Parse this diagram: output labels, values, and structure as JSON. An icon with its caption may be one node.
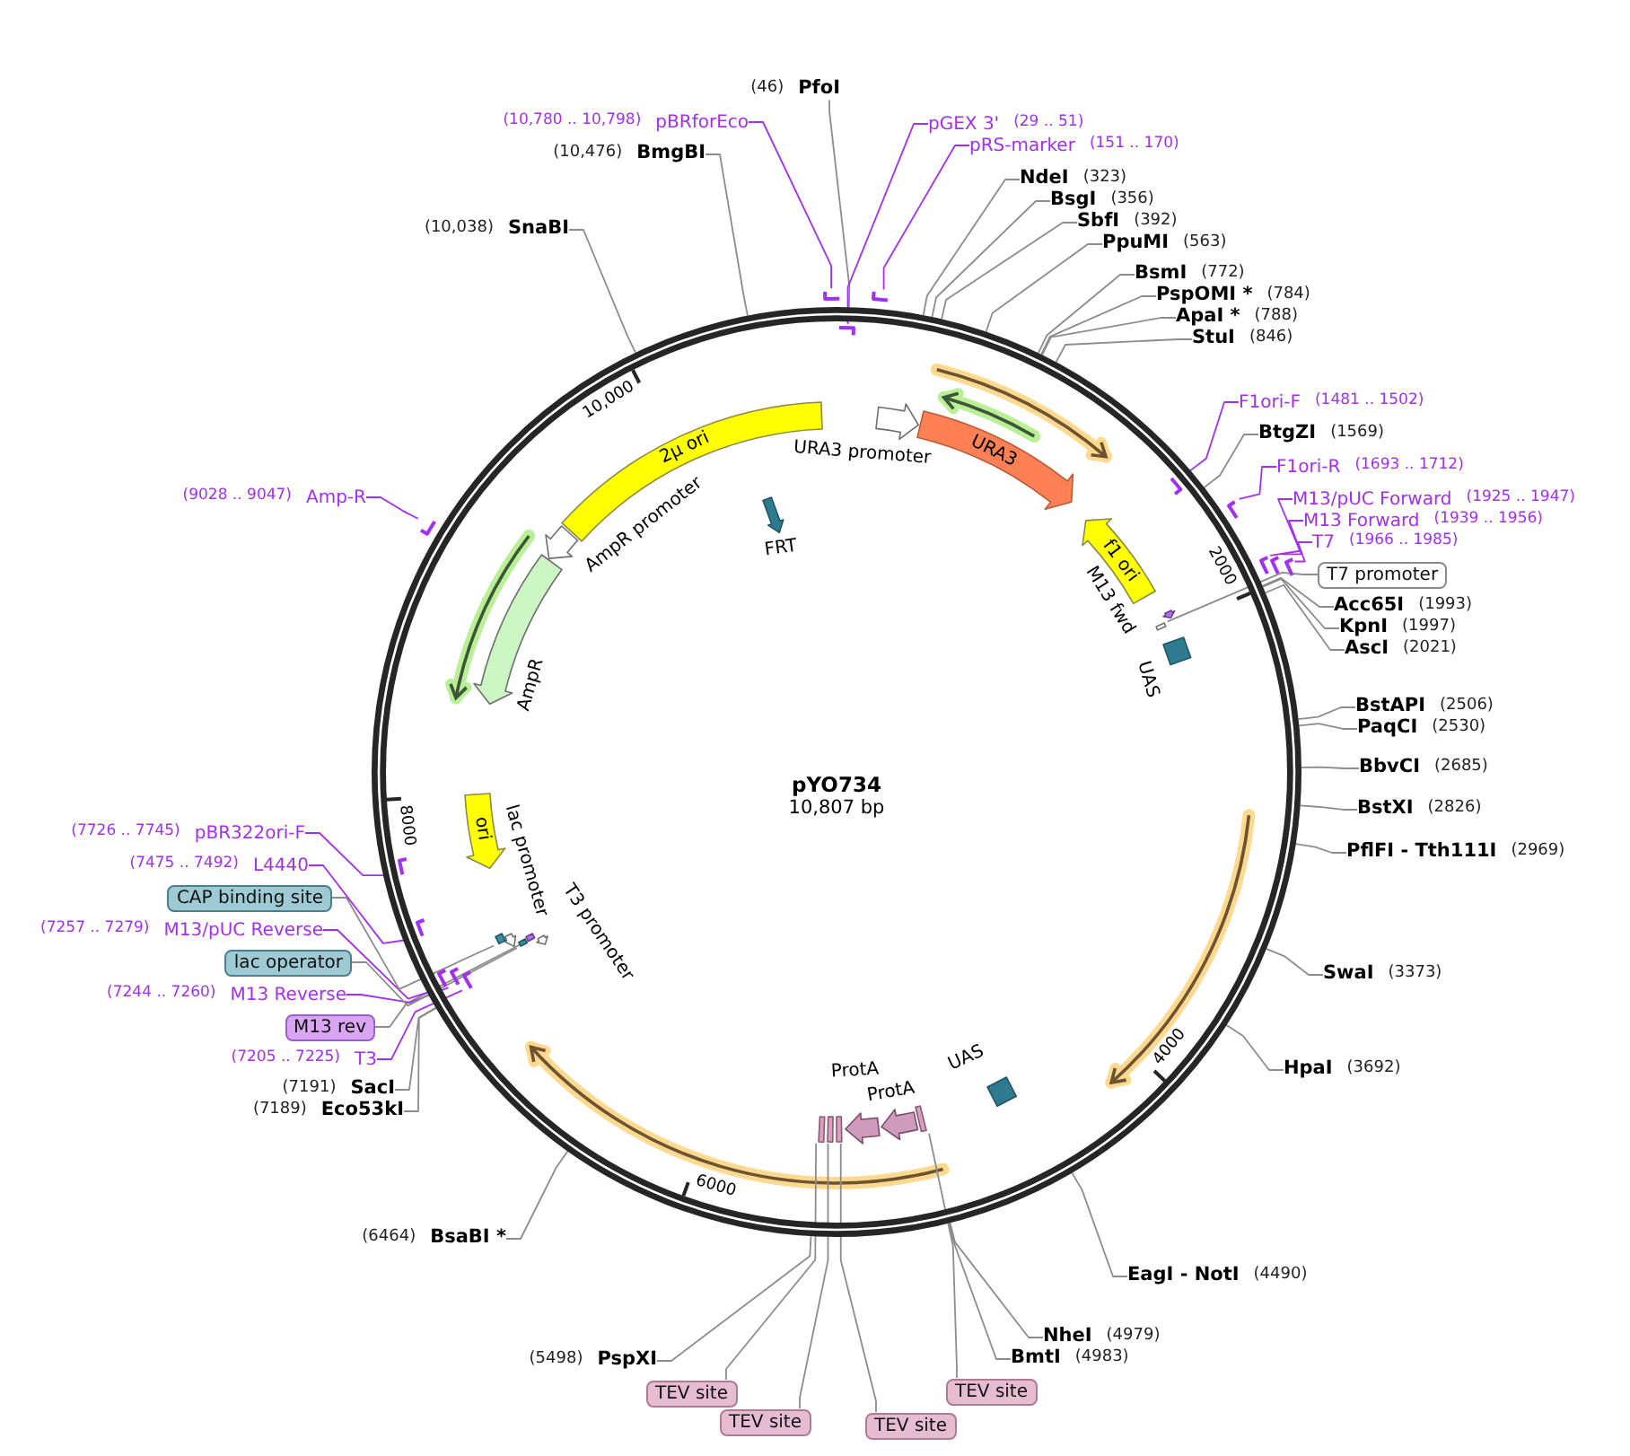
{
  "diagram": {
    "nodes": [
      {
        "text": [
          "pYO734",
          "10,807 bp"
        ]
      },
      {
        "text": [
          "2μ ori"
        ],
        "in": 0
      },
      {
        "text": [
          "URA3 promoter"
        ],
        "in": 0
      },
      {
        "text": [
          "URA3"
        ],
        "in": 0
      },
      {
        "text": [
          "f1 ori"
        ],
        "in": 0
      },
      {
        "text": [
          "M13 fwd"
        ],
        "in": 0
      },
      {
        "text": [],
        "shape": "box",
        "in": 0
      },
      {
        "text": [
          "UAS"
        ],
        "in": 0
      },
      {
        "text": [
          "FRT"
        ],
        "in": 0
      },
      {
        "text": [
          "AmpR promoter"
        ],
        "in": 0
      },
      {
        "text": [
          "AmpR"
        ],
        "in": 0
      },
      {
        "text": [
          "ori"
        ],
        "in": 0
      },
      {
        "text": [
          "lac promoter"
        ],
        "in": 0
      },
      {
        "text": [],
        "shape": "box",
        "in": 0
      },
      {
        "text": [],
        "shape": "box",
        "in": 0
      },
      {
        "text": [],
        "shape": "box",
        "in": 0
      },
      {
        "text": [
          "T3 promoter"
        ],
        "in": 0
      },
      {
        "text": [],
        "shape": "box",
        "in": 0
      },
      {
        "text": [],
        "shape": "box",
        "in": 0
      },
      {
        "text": [],
        "shape": "box",
        "in": 0
      },
      {
        "text": [
          "ProtA"
        ],
        "in": 0
      },
      {
        "text": [
          "ProtA"
        ],
        "in": 0
      },
      {
        "text": [],
        "shape": "box",
        "in": 0
      },
      {
        "text": [
          "UAS"
        ],
        "in": 0
      },
      {
        "text": [
          "PfoI"
        ],
        "beside": [
          "(46)"
        ]
      },
      {
        "text": [
          "pBRforEco"
        ],
        "beside": [
          "(10,780 .. 10,798)"
        ]
      },
      {
        "text": [],
        "shape": "bar"
      },
      {
        "text": [
          "pGEX 3'"
        ],
        "beside": [
          "(29 .. 51)"
        ]
      },
      {
        "text": [],
        "shape": "bar",
        "in": 0
      },
      {
        "text": [
          "pRS-marker"
        ],
        "beside": [
          "(151 .. 170)"
        ]
      },
      {
        "text": [],
        "shape": "bar"
      },
      {
        "text": [
          "BmgBI"
        ],
        "beside": [
          "(10,476)"
        ]
      },
      {
        "text": [
          "NdeI"
        ],
        "beside": [
          "(323)"
        ]
      },
      {
        "text": [
          "BsgI"
        ],
        "beside": [
          "(356)"
        ]
      },
      {
        "text": [
          "SbfI"
        ],
        "beside": [
          "(392)"
        ]
      },
      {
        "text": [
          "SnaBI"
        ],
        "beside": [
          "(10,038)"
        ]
      },
      {
        "text": [
          "PpuMI"
        ],
        "beside": [
          "(563)"
        ]
      },
      {
        "text": [
          "BsmI"
        ],
        "beside": [
          "(772)"
        ]
      },
      {
        "text": [
          "PspOMI *"
        ],
        "beside": [
          "(784)"
        ]
      },
      {
        "text": [
          "ApaI *"
        ],
        "beside": [
          "(788)"
        ]
      },
      {
        "text": [
          "StuI"
        ],
        "beside": [
          "(846)"
        ]
      },
      {
        "text": [
          "F1ori-F"
        ],
        "beside": [
          "(1481 .. 1502)"
        ]
      },
      {
        "text": [],
        "shape": "bar",
        "in": 0
      },
      {
        "text": [
          "BtgZI"
        ],
        "beside": [
          "(1569)"
        ]
      },
      {
        "text": [
          "F1ori-R"
        ],
        "beside": [
          "(1693 .. 1712)"
        ]
      },
      {
        "text": [],
        "shape": "bar"
      },
      {
        "text": [
          "M13/pUC Forward"
        ],
        "beside": [
          "(1925 .. 1947)"
        ]
      },
      {
        "text": [],
        "shape": "bar"
      },
      {
        "text": [
          "M13 Forward"
        ],
        "beside": [
          "(1939 .. 1956)"
        ]
      },
      {
        "text": [],
        "shape": "bar"
      },
      {
        "text": [
          "T7"
        ],
        "beside": [
          "(1966 .. 1985)"
        ]
      },
      {
        "text": [],
        "shape": "bar"
      },
      {
        "text": [
          "T7 promoter"
        ]
      },
      {
        "text": [
          "Acc65I"
        ],
        "beside": [
          "(1993)"
        ]
      },
      {
        "text": [
          "KpnI"
        ],
        "beside": [
          "(1997)"
        ]
      },
      {
        "text": [
          "AscI"
        ],
        "beside": [
          "(2021)"
        ]
      },
      {
        "text": [
          "BstAPI"
        ],
        "beside": [
          "(2506)"
        ]
      },
      {
        "text": [
          "PaqCI"
        ],
        "beside": [
          "(2530)"
        ]
      },
      {
        "text": [
          "BbvCI"
        ],
        "beside": [
          "(2685)"
        ]
      },
      {
        "text": [
          "BstXI"
        ],
        "beside": [
          "(2826)"
        ]
      },
      {
        "text": [
          "PflFI - Tth111I"
        ],
        "beside": [
          "(2969)"
        ]
      },
      {
        "text": [
          "SwaI"
        ],
        "beside": [
          "(3373)"
        ]
      },
      {
        "text": [
          "HpaI"
        ],
        "beside": [
          "(3692)"
        ]
      },
      {
        "text": [
          "EagI - NotI"
        ],
        "beside": [
          "(4490)"
        ]
      },
      {
        "text": [
          "NheI"
        ],
        "beside": [
          "(4979)"
        ]
      },
      {
        "text": [
          "BmtI"
        ],
        "beside": [
          "(4983)"
        ]
      },
      {
        "text": [
          "PspXI"
        ],
        "beside": [
          "(5498)"
        ]
      },
      {
        "text": [
          "TEV site"
        ]
      },
      {
        "text": [
          "TEV site"
        ]
      },
      {
        "text": [
          "TEV site"
        ]
      },
      {
        "text": [
          "TEV site"
        ]
      },
      {
        "text": [
          "BsaBI *"
        ],
        "beside": [
          "(6464)"
        ]
      },
      {
        "text": [
          "SacI"
        ],
        "beside": [
          "(7191)"
        ]
      },
      {
        "text": [
          "Eco53kI"
        ],
        "beside": [
          "(7189)"
        ]
      },
      {
        "text": [
          "T3"
        ],
        "beside": [
          "(7205 .. 7225)"
        ]
      },
      {
        "text": [],
        "shape": "bar",
        "in": 0
      },
      {
        "text": [
          "M13 rev"
        ]
      },
      {
        "text": [
          "M13 Reverse"
        ],
        "beside": [
          "(7244 .. 7260)"
        ]
      },
      {
        "text": [],
        "shape": "bar",
        "in": 0
      },
      {
        "text": [
          "lac operator"
        ]
      },
      {
        "text": [
          "M13/pUC Reverse"
        ],
        "beside": [
          "(7257 .. 7279)"
        ]
      },
      {
        "text": [],
        "shape": "bar",
        "in": 0
      },
      {
        "text": [
          "CAP binding site"
        ]
      },
      {
        "text": [
          "L4440"
        ],
        "beside": [
          "(7475 .. 7492)"
        ]
      },
      {
        "text": [],
        "shape": "bar",
        "in": 0
      },
      {
        "text": [
          "pBR322ori-F"
        ],
        "beside": [
          "(7726 .. 7745)"
        ]
      },
      {
        "text": [],
        "shape": "bar",
        "in": 0
      },
      {
        "text": [
          "Amp-R"
        ],
        "beside": [
          "(9028 .. 9047)"
        ]
      },
      {
        "text": [],
        "shape": "bar"
      }
    ],
    "edges": [
      {
        "from": 24,
        "to": 0,
        "arrow": "none"
      },
      {
        "from": 25,
        "to": 26,
        "arrow": "none",
        "color": "#a32ff0"
      },
      {
        "from": 27,
        "to": 28,
        "arrow": "none",
        "color": "#a32ff0"
      },
      {
        "from": 29,
        "to": 30,
        "arrow": "none",
        "color": "#a32ff0"
      },
      {
        "from": 31,
        "to": 0,
        "arrow": "none"
      },
      {
        "from": 32,
        "to": 0,
        "arrow": "none"
      },
      {
        "from": 33,
        "to": 0,
        "arrow": "none"
      },
      {
        "from": 34,
        "to": 0,
        "arrow": "none"
      },
      {
        "from": 35,
        "to": 0,
        "arrow": "none"
      },
      {
        "from": 36,
        "to": 0,
        "arrow": "none"
      },
      {
        "from": 37,
        "to": 0,
        "arrow": "none"
      },
      {
        "from": 38,
        "to": 0,
        "arrow": "none"
      },
      {
        "from": 39,
        "to": 0,
        "arrow": "none"
      },
      {
        "from": 40,
        "to": 0,
        "arrow": "none"
      },
      {
        "from": 41,
        "to": 42,
        "arrow": "none",
        "color": "#a32ff0"
      },
      {
        "from": 43,
        "to": 0,
        "arrow": "none"
      },
      {
        "from": 44,
        "to": 45,
        "arrow": "none",
        "color": "#a32ff0"
      },
      {
        "from": 46,
        "to": 47,
        "arrow": "none",
        "color": "#a32ff0"
      },
      {
        "from": 48,
        "to": 49,
        "arrow": "none",
        "color": "#a32ff0"
      },
      {
        "from": 50,
        "to": 51,
        "arrow": "none",
        "color": "#a32ff0"
      },
      {
        "from": 52,
        "to": 6,
        "arrow": "none"
      },
      {
        "from": 53,
        "to": 0,
        "arrow": "none"
      },
      {
        "from": 54,
        "to": 0,
        "arrow": "none"
      },
      {
        "from": 55,
        "to": 0,
        "arrow": "none"
      },
      {
        "from": 56,
        "to": 0,
        "arrow": "none"
      },
      {
        "from": 57,
        "to": 0,
        "arrow": "none"
      },
      {
        "from": 58,
        "to": 0,
        "arrow": "none"
      },
      {
        "from": 59,
        "to": 0,
        "arrow": "none"
      },
      {
        "from": 60,
        "to": 0,
        "arrow": "none"
      },
      {
        "from": 61,
        "to": 0,
        "arrow": "none"
      },
      {
        "from": 62,
        "to": 0,
        "arrow": "none"
      },
      {
        "from": 63,
        "to": 0,
        "arrow": "none"
      },
      {
        "from": 64,
        "to": 0,
        "arrow": "none"
      },
      {
        "from": 65,
        "to": 0,
        "arrow": "none"
      },
      {
        "from": 66,
        "to": 0,
        "arrow": "none"
      },
      {
        "from": 67,
        "to": 17,
        "arrow": "none"
      },
      {
        "from": 68,
        "to": 18,
        "arrow": "none"
      },
      {
        "from": 69,
        "to": 19,
        "arrow": "none"
      },
      {
        "from": 70,
        "to": 22,
        "arrow": "none"
      },
      {
        "from": 71,
        "to": 0,
        "arrow": "none"
      },
      {
        "from": 72,
        "to": 0,
        "arrow": "none"
      },
      {
        "from": 73,
        "to": 0,
        "arrow": "none"
      },
      {
        "from": 74,
        "to": 75,
        "arrow": "none",
        "color": "#a32ff0"
      },
      {
        "from": 76,
        "to": 15,
        "arrow": "none"
      },
      {
        "from": 77,
        "to": 78,
        "arrow": "none",
        "color": "#a32ff0"
      },
      {
        "from": 79,
        "to": 14,
        "arrow": "none"
      },
      {
        "from": 80,
        "to": 81,
        "arrow": "none",
        "color": "#a32ff0"
      },
      {
        "from": 82,
        "to": 13,
        "arrow": "none"
      },
      {
        "from": 83,
        "to": 84,
        "arrow": "none",
        "color": "#a32ff0"
      },
      {
        "from": 85,
        "to": 86,
        "arrow": "none",
        "color": "#a32ff0"
      },
      {
        "from": 87,
        "to": 88,
        "arrow": "none",
        "color": "#a32ff0"
      }
    ],
    "labels": [
      "2000",
      "4000",
      "6000",
      "8000",
      "10,000"
    ]
  }
}
